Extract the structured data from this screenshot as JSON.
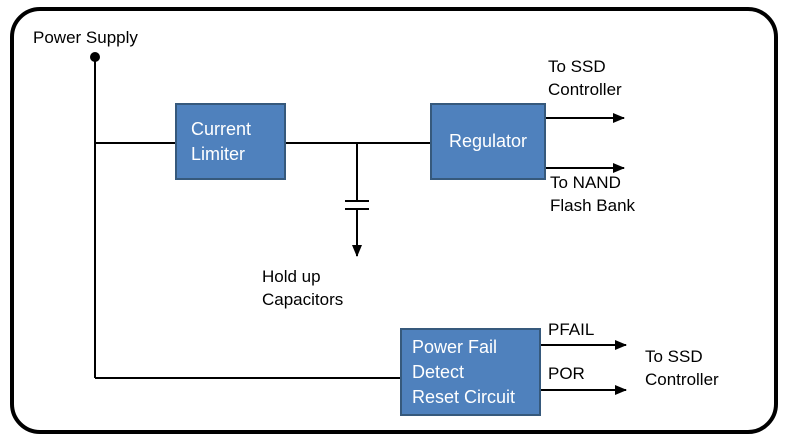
{
  "diagram": {
    "power_supply": "Power Supply",
    "blocks": {
      "current_limiter": "Current\nLimiter",
      "regulator": "Regulator",
      "power_fail_detect": "Power Fail\nDetect\nReset Circuit"
    },
    "annotations": {
      "hold_up_capacitors": "Hold up\nCapacitors",
      "to_ssd_controller_top": "To SSD\nController",
      "to_nand_flash_bank": "To NAND\nFlash Bank",
      "pfail": "PFAIL",
      "por": "POR",
      "to_ssd_controller_bottom": "To SSD\nController"
    },
    "colors": {
      "block_fill": "#4f81bd",
      "block_border": "#36597c",
      "wire": "#000000",
      "background": "#ffffff"
    }
  }
}
